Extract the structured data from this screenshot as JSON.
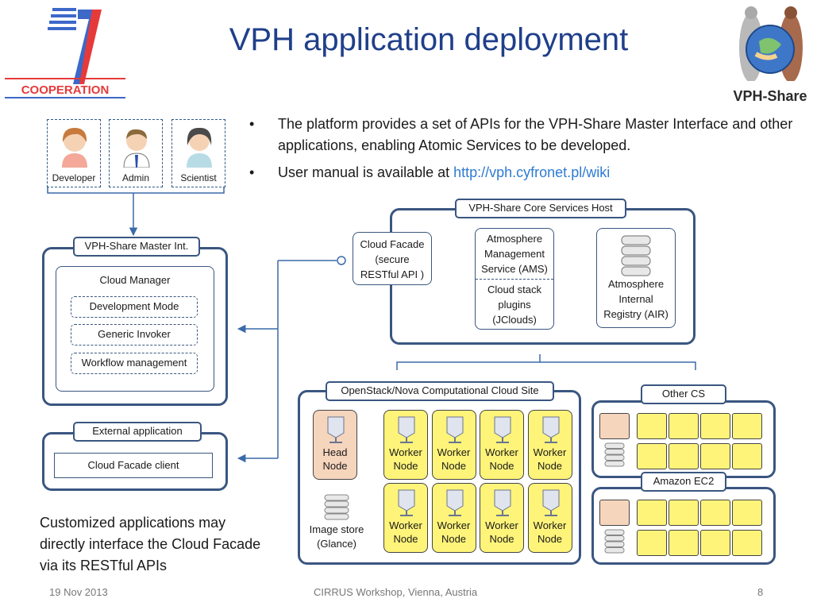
{
  "slide": {
    "title": "VPH application deployment",
    "bullets": [
      "The platform provides a set of APIs for the VPH-Share Master Interface and other applications, enabling Atomic Services to be developed.",
      "User manual is available at "
    ],
    "manual_link": "http://vph.cyfronet.pl/wiki",
    "caption": "Customized applications may directly interface the Cloud Facade via its RESTful APIs",
    "footer": {
      "date": "19 Nov 2013",
      "event": "CIRRUS Workshop, Vienna, Austria",
      "page": "8"
    }
  },
  "logos": {
    "left": "COOPERATION",
    "right": "VPH-Share"
  },
  "users": [
    "Developer",
    "Admin",
    "Scientist"
  ],
  "master": {
    "label": "VPH-Share Master Int.",
    "cloud_manager": "Cloud Manager",
    "modules": [
      "Development Mode",
      "Generic Invoker",
      "Workflow management"
    ]
  },
  "external": {
    "label": "External application",
    "client": "Cloud Facade client"
  },
  "core": {
    "label": "VPH-Share Core Services Host",
    "cloud_facade": [
      "Cloud Facade",
      "(secure",
      "RESTful API )"
    ],
    "ams": [
      "Atmosphere",
      "Management",
      "Service (AMS)"
    ],
    "plugins": [
      "Cloud stack",
      "plugins",
      "(JClouds)"
    ],
    "air": [
      "Atmosphere",
      "Internal",
      "Registry (AIR)"
    ]
  },
  "openstack": {
    "label": "OpenStack/Nova Computational Cloud Site",
    "head_node": [
      "Head",
      "Node"
    ],
    "worker_node": [
      "Worker",
      "Node"
    ],
    "image_store": [
      "Image store",
      "(Glance)"
    ]
  },
  "other_cs": {
    "label": "Other CS"
  },
  "amazon": {
    "label": "Amazon EC2"
  },
  "colors": {
    "title": "#1f3f8a",
    "frame": "#3a5680",
    "worker": "#fff47a",
    "head": "#f6d5bd",
    "link": "#2e7bd1"
  },
  "icons": [
    "server-icon",
    "database-icon",
    "person-icon",
    "plug-icon"
  ]
}
